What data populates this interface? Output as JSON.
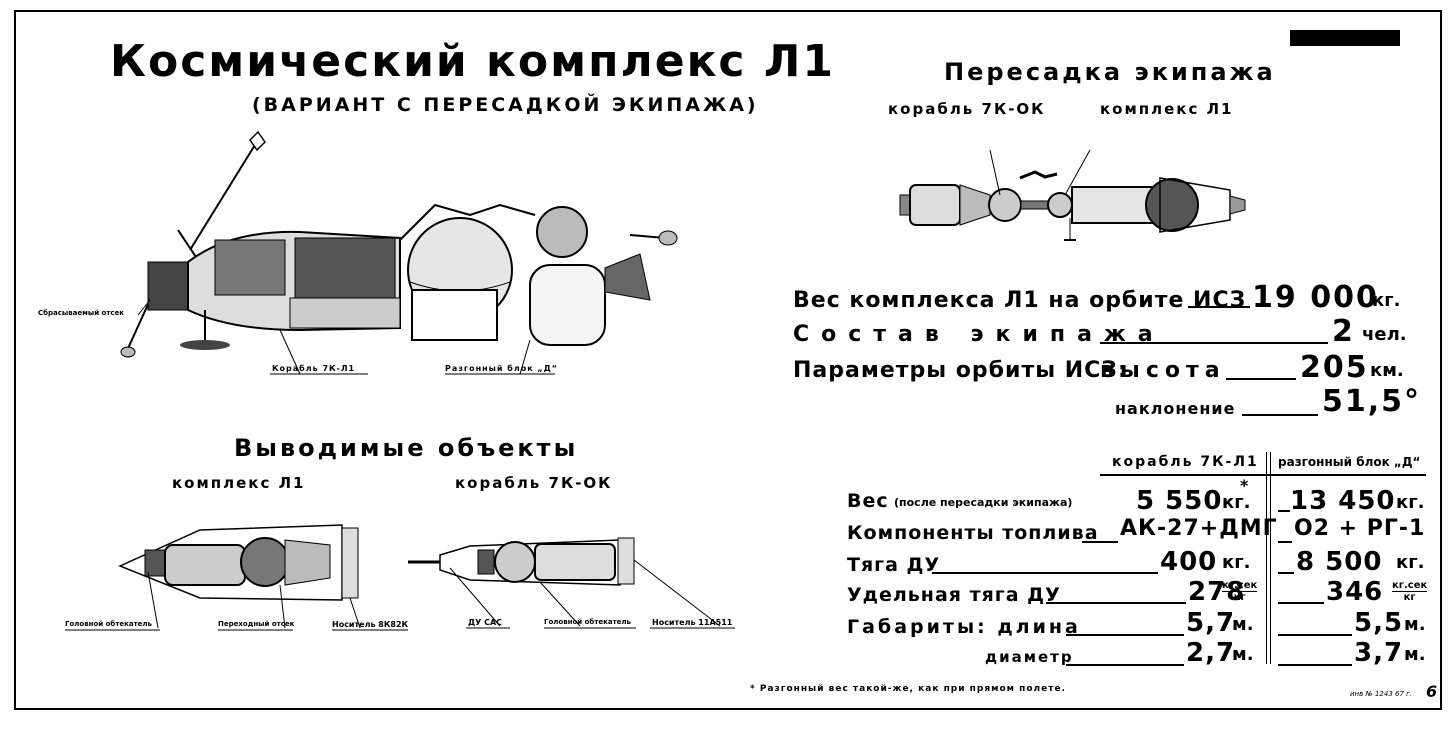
{
  "header": {
    "title": "Космический комплекс Л1",
    "subtitle": "(ВАРИАНТ С ПЕРЕСАДКОЙ ЭКИПАЖА)"
  },
  "main_diagram": {
    "labels": {
      "jettison": "Сбрасываемый отсек",
      "ship": "Корабль 7К-Л1",
      "stage": "Разгонный блок „Д“"
    }
  },
  "transfer": {
    "title": "Пересадка экипажа",
    "ship_label": "корабль 7К-ОК",
    "complex_label": "комплекс Л1"
  },
  "params": {
    "mass_label": "Вес комплекса Л1 на орбите ИСЗ",
    "mass_value": "19 000",
    "mass_unit": "кг.",
    "crew_label": "Состав экипажа",
    "crew_value": "2",
    "crew_unit": "чел.",
    "orbit_label": "Параметры орбиты ИСЗ:",
    "altitude_label": "высота",
    "altitude_value": "205",
    "altitude_unit": "км.",
    "incl_label": "наклонение",
    "incl_value": "51,5°"
  },
  "launched": {
    "title": "Выводимые объекты",
    "complex_label": "комплекс Л1",
    "ship_label": "корабль 7К-ОК",
    "labels": {
      "fairing1": "Головной обтекатель",
      "transition": "Переходный отсек",
      "carrier1": "Носитель 8К82К",
      "sas": "ДУ САС",
      "fairing2": "Головной обтекатель",
      "carrier2": "Носитель 11А511"
    }
  },
  "table": {
    "col1": "корабль 7К-Л1",
    "col2": "разгонный блок „Д“",
    "rows": [
      {
        "label": "Вес",
        "note": "(после пересадки экипажа)",
        "v1": "5 550",
        "u1": "кг.",
        "v2": "13 450",
        "u2": "кг."
      },
      {
        "label": "Компоненты топлива",
        "v1": "АК-27+ДМГ",
        "v2": "О2 + РГ-1"
      },
      {
        "label": "Тяга ДУ",
        "v1": "400",
        "u1": "кг.",
        "v2": "8 500",
        "u2": "кг."
      },
      {
        "label": "Удельная тяга ДУ",
        "v1": "278",
        "u1n": "кг.сек",
        "u1d": "кг",
        "v2": "346",
        "u2n": "кг.сек",
        "u2d": "кг"
      },
      {
        "label": "Габариты: длина",
        "v1": "5,7",
        "u1": "м.",
        "v2": "5,5",
        "u2": "м."
      },
      {
        "label": "диаметр",
        "v1": "2,7",
        "u1": "м.",
        "v2": "3,7",
        "u2": "м."
      }
    ],
    "asterisk": "*"
  },
  "footnote": "* Разгонный вес такой-же, как при прямом полете.",
  "stamp": "инв № 1243 67 г.",
  "page_number": "6"
}
